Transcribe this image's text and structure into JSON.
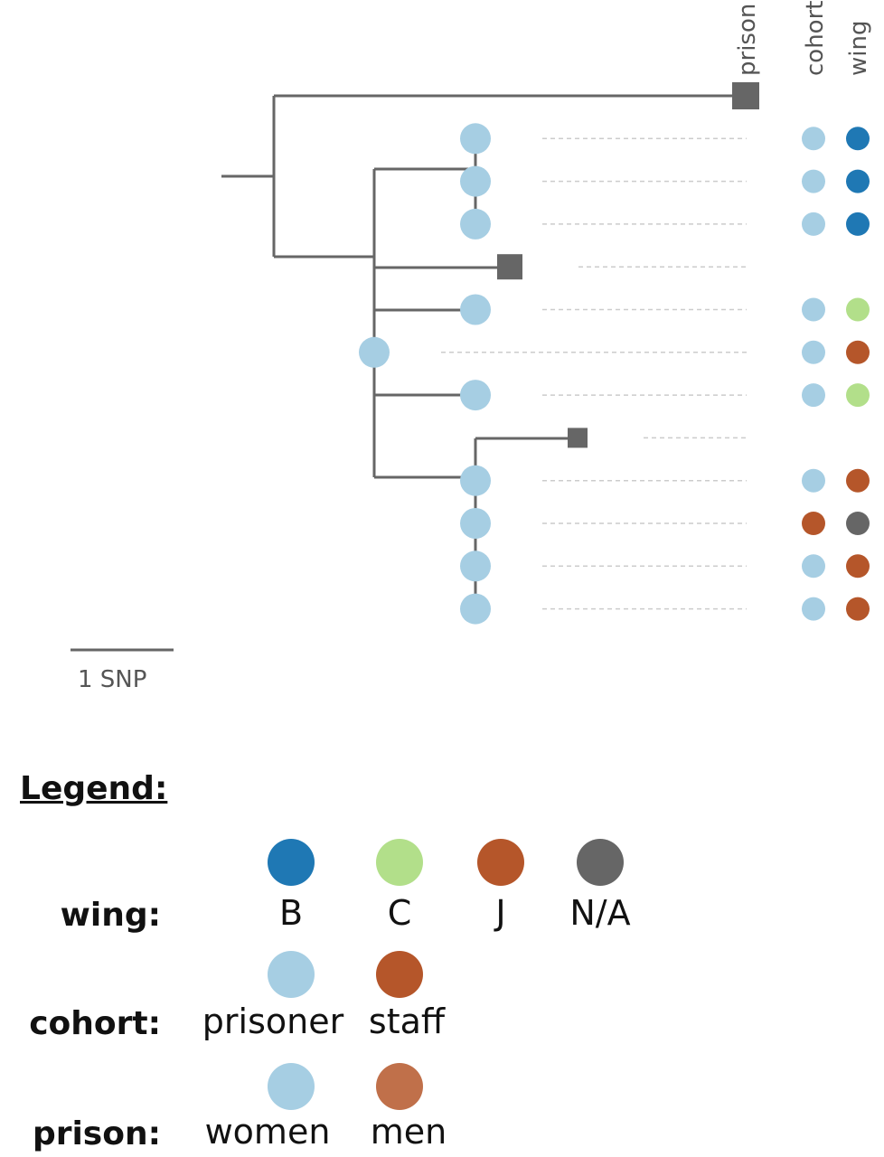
{
  "colors": {
    "wing_B": "#1f78b4",
    "wing_C": "#b2df8a",
    "wing_J": "#b5562a",
    "wing_NA": "#666666",
    "prisoner": "#a6cee3",
    "staff": "#b5562a",
    "women": "#a6cee3",
    "men": "#c0704a",
    "branch": "#666666",
    "dotted": "#cccccc"
  },
  "column_headers": [
    "prison",
    "cohort",
    "wing"
  ],
  "scale_label": "1 SNP",
  "tips": [
    {
      "shape": "square",
      "prison": "men",
      "cohort": null,
      "wing": null
    },
    {
      "shape": "circle",
      "prison": "women",
      "cohort": "prisoner",
      "wing": "B"
    },
    {
      "shape": "circle",
      "prison": "women",
      "cohort": "prisoner",
      "wing": "B"
    },
    {
      "shape": "circle",
      "prison": "women",
      "cohort": "prisoner",
      "wing": "B"
    },
    {
      "shape": "square",
      "prison": "men",
      "cohort": null,
      "wing": null
    },
    {
      "shape": "circle",
      "prison": "women",
      "cohort": "prisoner",
      "wing": "C"
    },
    {
      "shape": "circle",
      "prison": "women",
      "cohort": "prisoner",
      "wing": "J"
    },
    {
      "shape": "circle",
      "prison": "women",
      "cohort": "prisoner",
      "wing": "C"
    },
    {
      "shape": "square",
      "prison": "men",
      "cohort": null,
      "wing": null
    },
    {
      "shape": "circle",
      "prison": "women",
      "cohort": "prisoner",
      "wing": "J"
    },
    {
      "shape": "circle",
      "prison": "women",
      "cohort": "staff",
      "wing": "N/A"
    },
    {
      "shape": "circle",
      "prison": "women",
      "cohort": "prisoner",
      "wing": "J"
    },
    {
      "shape": "circle",
      "prison": "women",
      "cohort": "prisoner",
      "wing": "J"
    }
  ],
  "legend": {
    "title": "Legend:",
    "wing": {
      "label": "wing:",
      "items": [
        "B",
        "C",
        "J",
        "N/A"
      ]
    },
    "cohort": {
      "label": "cohort:",
      "items": [
        "prisoner",
        "staff"
      ]
    },
    "prison": {
      "label": "prison:",
      "items": [
        "women",
        "men"
      ]
    }
  }
}
